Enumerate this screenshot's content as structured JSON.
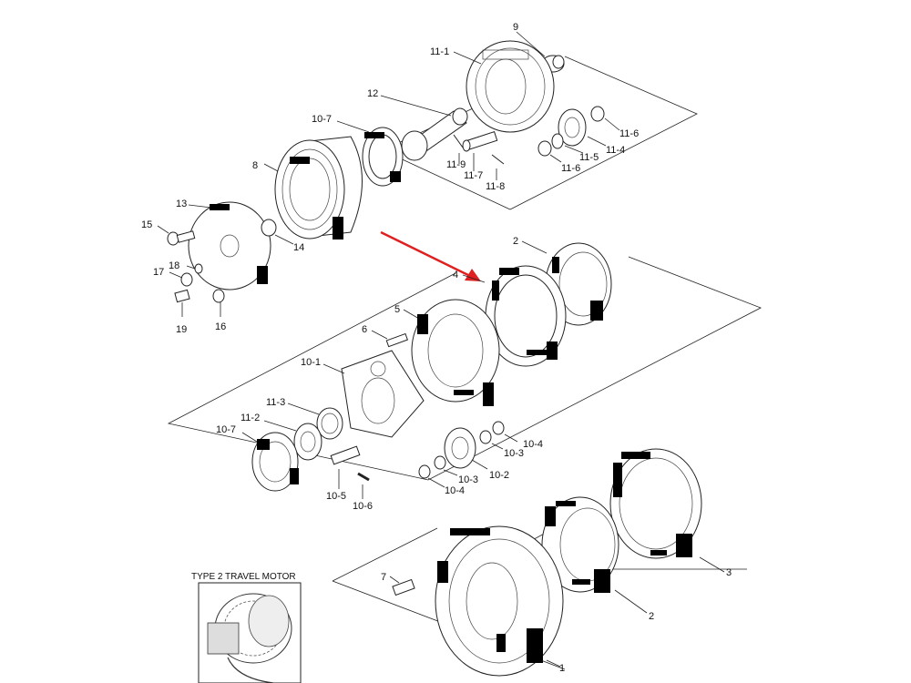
{
  "inset": {
    "title": "TYPE 2 TRAVEL MOTOR"
  },
  "labels": {
    "p9": "9",
    "p11_1": "11-1",
    "p12": "12",
    "p10_7_top": "10-7",
    "p8": "8",
    "p11_6_a": "11-6",
    "p11_4": "11-4",
    "p11_5": "11-5",
    "p11_6_b": "11-6",
    "p11_9": "11-9",
    "p11_7": "11-7",
    "p11_8": "11-8",
    "p13": "13",
    "p15": "15",
    "p14": "14",
    "p18": "18",
    "p17": "17",
    "p19": "19",
    "p16": "16",
    "p2_top": "2",
    "p4": "4",
    "p5": "5",
    "p6": "6",
    "p10_1": "10-1",
    "p11_3": "11-3",
    "p11_2": "11-2",
    "p10_7_mid": "10-7",
    "p10_4_a": "10-4",
    "p10_3_a": "10-3",
    "p10_2": "10-2",
    "p10_3_b": "10-3",
    "p10_4_b": "10-4",
    "p10_5": "10-5",
    "p10_6": "10-6",
    "p7": "7",
    "p1": "1",
    "p2_bot": "2",
    "p3": "3"
  },
  "colors": {
    "arrow": "#e02020",
    "line": "#222222",
    "redaction": "#000000"
  },
  "icons": {
    "pointer": "red-arrow-icon"
  }
}
